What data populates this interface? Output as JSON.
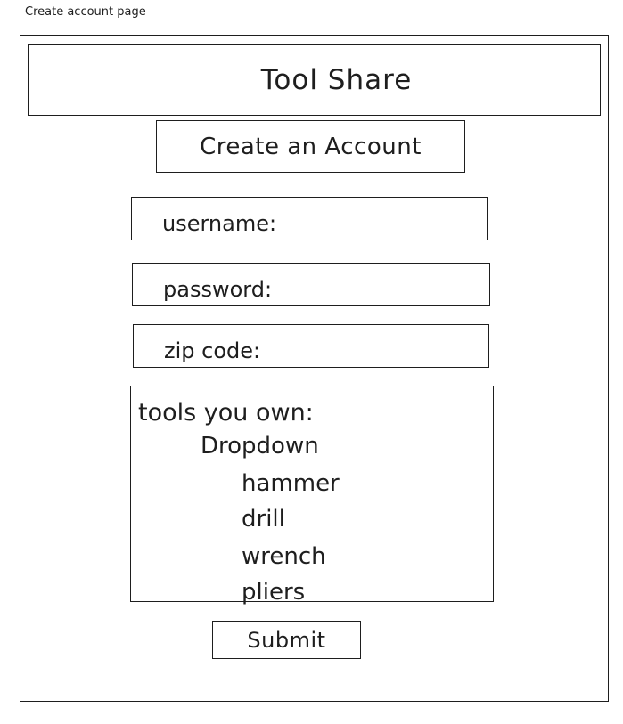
{
  "page": {
    "caption": "Create account page"
  },
  "header": {
    "title": "Tool Share"
  },
  "form": {
    "heading": "Create an Account",
    "fields": [
      {
        "label": "username:"
      },
      {
        "label": "password:"
      },
      {
        "label": "zip code:"
      }
    ],
    "tools": {
      "label": "tools you own:",
      "dropdown_label": "Dropdown",
      "options": [
        "hammer",
        "drill",
        "wrench",
        "pliers"
      ]
    },
    "submit_label": "Submit"
  }
}
